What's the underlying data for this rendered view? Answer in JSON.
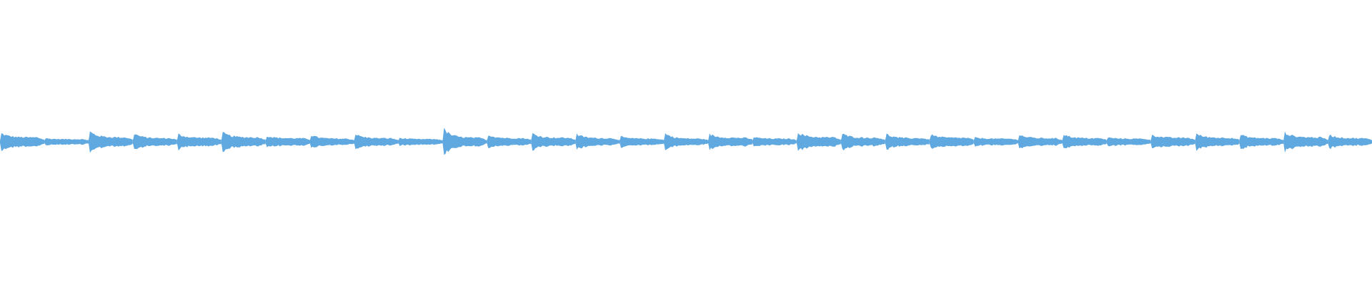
{
  "waveform": {
    "color": "#5fa8e0",
    "background": "#ffffff",
    "segments": [
      {
        "peak": 0.2,
        "sustain": 0.1,
        "tail": 0.05
      },
      {
        "peak": 0.08,
        "sustain": 0.06,
        "tail": 0.04
      },
      {
        "peak": 0.24,
        "sustain": 0.1,
        "tail": 0.05
      },
      {
        "peak": 0.2,
        "sustain": 0.08,
        "tail": 0.05
      },
      {
        "peak": 0.18,
        "sustain": 0.09,
        "tail": 0.05
      },
      {
        "peak": 0.22,
        "sustain": 0.1,
        "tail": 0.05
      },
      {
        "peak": 0.14,
        "sustain": 0.08,
        "tail": 0.05
      },
      {
        "peak": 0.16,
        "sustain": 0.07,
        "tail": 0.04
      },
      {
        "peak": 0.18,
        "sustain": 0.08,
        "tail": 0.04
      },
      {
        "peak": 0.09,
        "sustain": 0.06,
        "tail": 0.04
      },
      {
        "peak": 0.3,
        "sustain": 0.09,
        "tail": 0.04
      },
      {
        "peak": 0.17,
        "sustain": 0.08,
        "tail": 0.05
      },
      {
        "peak": 0.2,
        "sustain": 0.09,
        "tail": 0.05
      },
      {
        "peak": 0.18,
        "sustain": 0.08,
        "tail": 0.04
      },
      {
        "peak": 0.12,
        "sustain": 0.07,
        "tail": 0.04
      },
      {
        "peak": 0.2,
        "sustain": 0.07,
        "tail": 0.04
      },
      {
        "peak": 0.18,
        "sustain": 0.09,
        "tail": 0.05
      },
      {
        "peak": 0.11,
        "sustain": 0.07,
        "tail": 0.04
      },
      {
        "peak": 0.22,
        "sustain": 0.1,
        "tail": 0.05
      },
      {
        "peak": 0.19,
        "sustain": 0.09,
        "tail": 0.05
      },
      {
        "peak": 0.18,
        "sustain": 0.08,
        "tail": 0.05
      },
      {
        "peak": 0.17,
        "sustain": 0.09,
        "tail": 0.05
      },
      {
        "peak": 0.1,
        "sustain": 0.07,
        "tail": 0.04
      },
      {
        "peak": 0.17,
        "sustain": 0.08,
        "tail": 0.04
      },
      {
        "peak": 0.18,
        "sustain": 0.08,
        "tail": 0.05
      },
      {
        "peak": 0.1,
        "sustain": 0.07,
        "tail": 0.04
      },
      {
        "peak": 0.17,
        "sustain": 0.09,
        "tail": 0.05
      },
      {
        "peak": 0.19,
        "sustain": 0.09,
        "tail": 0.05
      },
      {
        "peak": 0.17,
        "sustain": 0.08,
        "tail": 0.04
      },
      {
        "peak": 0.22,
        "sustain": 0.1,
        "tail": 0.05
      },
      {
        "peak": 0.17,
        "sustain": 0.08,
        "tail": 0.04
      }
    ]
  }
}
